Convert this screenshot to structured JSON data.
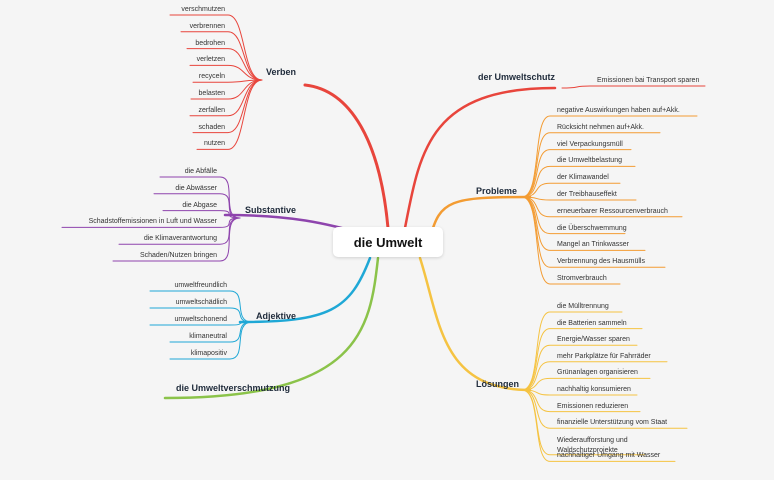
{
  "center": "die Umwelt",
  "colors": {
    "red": "#e8453c",
    "purple": "#8e44ad",
    "blue": "#1fa8d6",
    "green": "#8bc34a",
    "orange": "#f39c33",
    "yellow": "#f5c342"
  },
  "branches": {
    "verben": {
      "label": "Verben",
      "items": [
        "verschmutzen",
        "verbrennen",
        "bedrohen",
        "verletzen",
        "recyceln",
        "belasten",
        "zerfallen",
        "schaden",
        "nutzen"
      ]
    },
    "substantive": {
      "label": "Substantive",
      "items": [
        "die Abfälle",
        "die Abwässer",
        "die Abgase",
        "Schadstoffemissionen in Luft und Wasser",
        "die Klimaverantwortung",
        "Schaden/Nutzen bringen"
      ]
    },
    "adjektive": {
      "label": "Adjektive",
      "items": [
        "umweltfreundlich",
        "umweltschädlich",
        "umweltschonend",
        "klimaneutral",
        "klimapositiv"
      ]
    },
    "umweltverschmutzung": {
      "label": "die Umweltverschmutzung"
    },
    "umweltschutz": {
      "label": "der Umweltschutz",
      "items": [
        "Emissionen bai Transport sparen"
      ]
    },
    "probleme": {
      "label": "Probleme",
      "items": [
        "negative Auswirkungen haben auf+Akk.",
        "Rücksicht nehmen auf+Akk.",
        "viel Verpackungsmüll",
        "die Umweltbelastung",
        "der Klimawandel",
        "der Treibhauseffekt",
        "erneuerbarer Ressourcenverbrauch",
        "die Überschwemmung",
        "Mangel an Trinkwasser",
        "Verbrennung des Hausmülls",
        "Stromverbrauch"
      ]
    },
    "loesungen": {
      "label": "Lösungen",
      "items": [
        "die Mülltrennung",
        "die Batterien sammeln",
        "Energie/Wasser sparen",
        "mehr Parkplätze für Fahrräder",
        "Grünanlagen organisieren",
        "nachhaltig konsumieren",
        "Emissionen reduzieren",
        "finanzielle Unterstützung vom Staat",
        "Wiederaufforstung und\nWaldschutzprojekte",
        "nachhaltiger Umgang mit Wasser"
      ]
    }
  }
}
